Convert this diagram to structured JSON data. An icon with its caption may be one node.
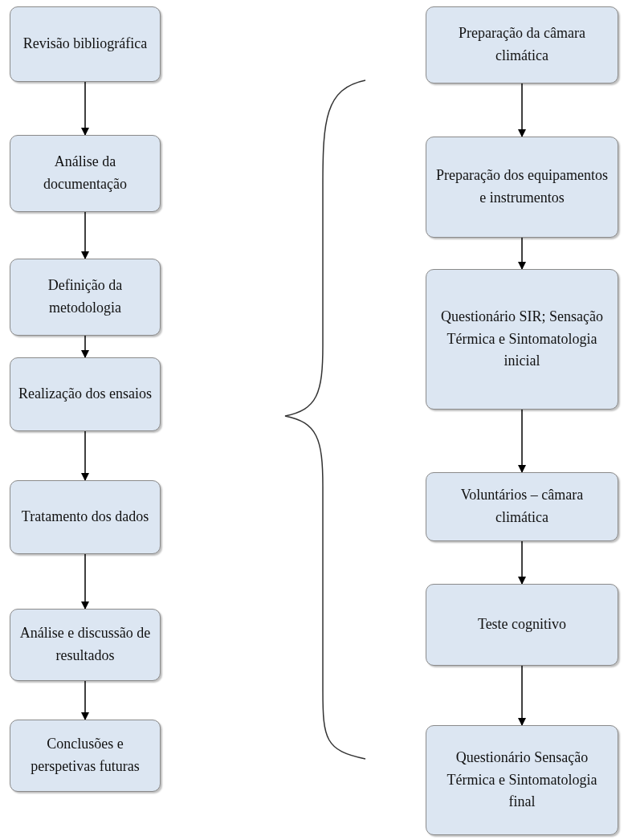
{
  "diagram": {
    "nodes": [
      {
        "text": [
          "Revisão bibliográfica"
        ]
      },
      {
        "text": [
          "Análise da documentação"
        ]
      },
      {
        "text": [
          "Definição da metodologia"
        ]
      },
      {
        "text": [
          "Realização dos ensaios"
        ]
      },
      {
        "text": [
          "Tratamento dos dados"
        ]
      },
      {
        "text": [
          "Análise e discussão de resultados"
        ]
      },
      {
        "text": [
          "Conclusões e perspetivas futuras"
        ]
      },
      {
        "text": [
          "Preparação da câmara climática"
        ]
      },
      {
        "text": [
          "Preparação dos equipamentos e instrumentos"
        ]
      },
      {
        "text": [
          "Questionário SIR; Sensação Térmica e Sintomatologia inicial"
        ]
      },
      {
        "text": [
          "Voluntários – câmara climática"
        ]
      },
      {
        "text": [
          "Teste cognitivo"
        ]
      },
      {
        "text": [
          "Questionário Sensação Térmica e Sintomatologia final"
        ]
      }
    ],
    "edges": [
      {
        "from": 0,
        "to": 1,
        "arrow": "to"
      },
      {
        "from": 1,
        "to": 2,
        "arrow": "to"
      },
      {
        "from": 2,
        "to": 3,
        "arrow": "to"
      },
      {
        "from": 3,
        "to": 4,
        "arrow": "to"
      },
      {
        "from": 4,
        "to": 5,
        "arrow": "to"
      },
      {
        "from": 5,
        "to": 6,
        "arrow": "to"
      },
      {
        "from": 7,
        "to": 8,
        "arrow": "to"
      },
      {
        "from": 8,
        "to": 9,
        "arrow": "to"
      },
      {
        "from": 9,
        "to": 10,
        "arrow": "to"
      },
      {
        "from": 10,
        "to": 11,
        "arrow": "to"
      },
      {
        "from": 11,
        "to": 12,
        "arrow": "to"
      }
    ]
  }
}
